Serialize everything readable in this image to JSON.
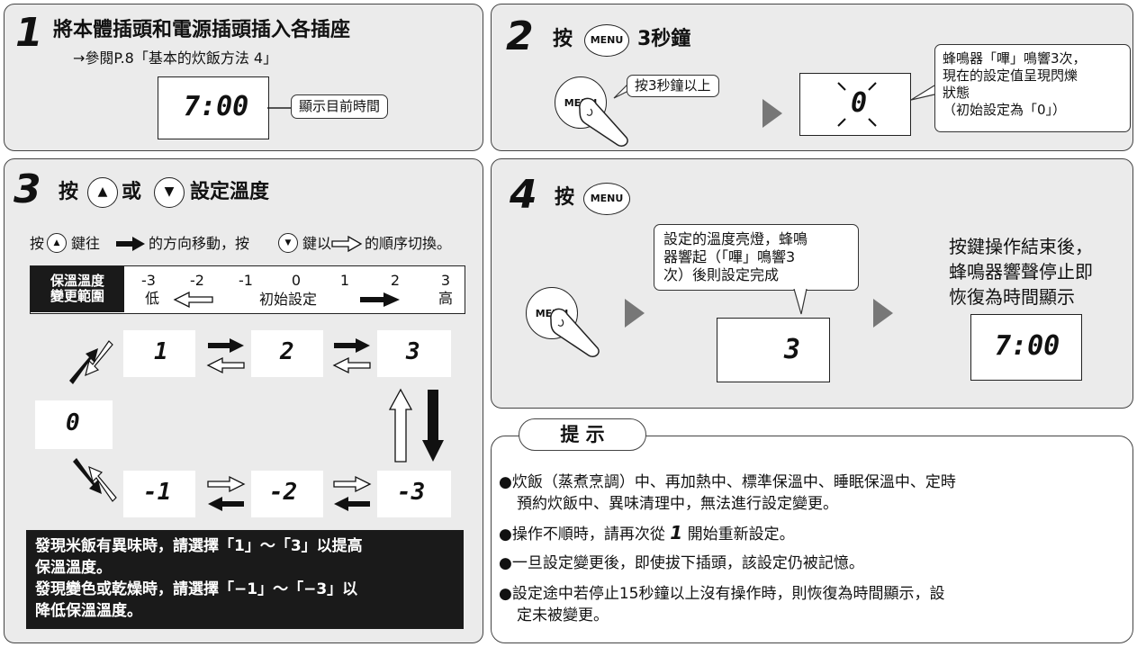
{
  "step1": {
    "number": "1",
    "title": "將本體插頭和電源插頭插入各插座",
    "ref": "→參閱P.8「基本的炊飯方法 4」",
    "display": "7:00",
    "callout": "顯示目前時間"
  },
  "step2": {
    "number": "2",
    "title_press": "按",
    "menu_label": "MENU",
    "title_suffix": "3秒鐘",
    "hold_callout": "按3秒鐘以上",
    "display": "0",
    "note_line1": "蜂鳴器「嗶」鳴響3次，",
    "note_line2": "現在的設定值呈現閃爍",
    "note_line3": "狀態",
    "note_line4": "（初始設定為「0」）"
  },
  "step3": {
    "number": "3",
    "title_press": "按",
    "title_or": "或",
    "title_suffix": "設定溫度",
    "up_glyph": "▲",
    "down_glyph": "▼",
    "instr_a": "按",
    "instr_b": "鍵往",
    "instr_c": "的方向移動，按",
    "instr_d": "鍵以",
    "instr_e": "的順序切換。",
    "range_header_line1": "保溫溫度",
    "range_header_line2": "變更範圍",
    "range_values": [
      "-3",
      "-2",
      "-1",
      "0",
      "1",
      "2",
      "3"
    ],
    "range_low": "低",
    "range_initial": "初始設定",
    "range_high": "高",
    "displays_top": [
      "1",
      "2",
      "3"
    ],
    "display_mid": "0",
    "displays_bottom": [
      "-1",
      "-2",
      "-3"
    ],
    "box_line1": "發現米飯有異味時，請選擇「1」～「3」以提高",
    "box_line2": "保溫溫度。",
    "box_line3": "發現變色或乾燥時，請選擇「−1」～「−3」以",
    "box_line4": "降低保溫溫度。"
  },
  "step4": {
    "number": "4",
    "title_press": "按",
    "menu_label": "MENU",
    "callout_line1": "設定的溫度亮燈，蜂鳴",
    "callout_line2": "器響起（「嗶」鳴響3",
    "callout_line3": "次）後則設定完成",
    "display_temp": "3",
    "right_line1": "按鍵操作結束後，",
    "right_line2": "蜂鳴器響聲停止即",
    "right_line3": "恢復為時間顯示",
    "display_time": "7:00"
  },
  "tips": {
    "title": "提 示",
    "line1": "●炊飯（蒸煮烹調）中、再加熱中、標準保溫中、睡眠保溫中、定時",
    "line1b": "預約炊飯中、異味清理中，無法進行設定變更。",
    "line2a": "●操作不順時，請再次從",
    "line2num": "1",
    "line2b": "開始重新設定。",
    "line3": "●一旦設定變更後，即使拔下插頭，該設定仍被記憶。",
    "line4": "●設定途中若停止15秒鐘以上沒有操作時，則恢復為時間顯示，設",
    "line4b": "定未被變更。"
  }
}
